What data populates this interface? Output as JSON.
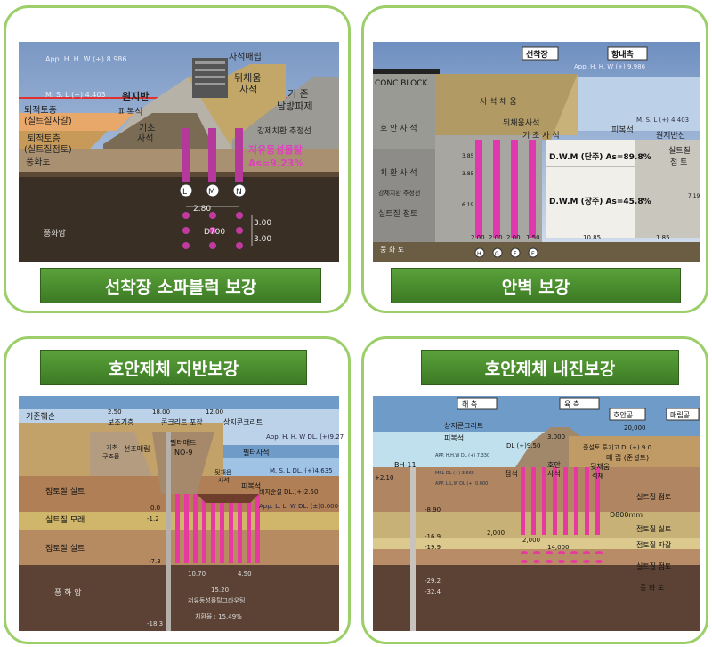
{
  "panels": [
    {
      "title": "선착장 소파블럭 보강",
      "labels": {
        "hhw": "App. H. H. W (+) 8.986",
        "msl": "M. S. L (+) 4.403",
        "wonjiban": "원지반",
        "pibokseok": "피복석",
        "toejeok1": "퇴적토층",
        "toejeok1b": "(실트질자갈)",
        "toejeok2": "퇴적토층",
        "toejeok2b": "(실트질점토)",
        "gicho1": "기초",
        "gicho2": "사석",
        "saseok1": "사석매립",
        "dwichae1": "뒤채움",
        "dwichae2": "사석",
        "gijon1": "기 존",
        "gijon2": "남방파제",
        "gangje": "강제치환 추정선",
        "punghwa": "풍화토",
        "punghwaam": "풍화암",
        "jeoyu": "저유동성몰탈",
        "as": "As=9.23%",
        "pile_l": "L",
        "pile_m": "M",
        "pile_n": "N",
        "dim1": "2.80",
        "dim2": "3.00",
        "dim3": "3.00",
        "dia": "D700"
      }
    },
    {
      "title": "안벽 보강",
      "labels": {
        "seonchak": "선착장",
        "hangnae": "항내측",
        "conc": "CONC BLOCK",
        "saseokchae": "사 석 채 움",
        "dwichaeum": "뒤채움사석",
        "gicho": "기 초 사 석",
        "pibok": "피복석",
        "wonji": "원지반선",
        "hoan": "호 안 사 석",
        "chihwan": "치 환 사 석",
        "gangje": "강제치환 추정선",
        "silt": "실트질 점토",
        "silt_r1": "실트질",
        "silt_r2": "점 토",
        "punghwa": "풍 화 토",
        "dwm1": "D.W.M (단주) As=89.8%",
        "dwm2": "D.W.M (장주) As=45.8%",
        "hhw": "App. H. H. W (+) 9.986",
        "msl": "M. S. L (+) 4.403",
        "d1": "2.00",
        "d2": "2.00",
        "d3": "2.00",
        "d4": "1.50",
        "d5": "10.85",
        "d6": "1.85",
        "v1": "3.85",
        "v2": "3.85",
        "v3": "6.19",
        "v4": "7.19",
        "h": "H",
        "g": "G",
        "f": "F",
        "e": "E"
      }
    },
    {
      "title": "호안제체 지반보강",
      "labels": {
        "gijon": "기존훼손",
        "jaebo": "보조기층",
        "conc": "콘크리트 포장",
        "sangji": "상지콘크리트",
        "gicho": "기초",
        "gujo": "구조물",
        "seonjo": "선조매립",
        "filter": "필터매트",
        "no9": "NO-9",
        "dwichae1": "뒷채움",
        "dwichae2": "사석",
        "filter_s": "필터사석",
        "pibok": "피복석",
        "hhw": "App. H. H. W DL. (+)9.27",
        "msl": "M. S. L DL. (+)4.635",
        "gicho_d": "비치준설 DL.(+)2.50",
        "llw": "App. L. L. W DL. (±)0.000",
        "jeomto": "점토질 실트",
        "sandsilt": "실트질 모래",
        "jeomto2": "점토질 실트",
        "punghwa": "풍 화 암",
        "v0": "0.0",
        "v12": "-1.2",
        "v7": "-7.3",
        "v18": "-18.3",
        "h250": "2.50",
        "h1800": "18.00",
        "h1200": "12.00",
        "d1": "10.70",
        "d2": "4.50",
        "d3": "15.20",
        "d4": "저유동성몰탈그라우팅",
        "d5": "치환율 : 15.49%"
      }
    },
    {
      "title": "호안제체 내진보강",
      "labels": {
        "haecheuk": "해 측",
        "yukcheuk": "육 측",
        "hoangong": "호안공",
        "maerip": "매립공",
        "sangji": "상지콘크리트",
        "pibok": "피복석",
        "dl950": "DL (+)9.50",
        "d3000": "3.000",
        "d20000": "20,000",
        "jupsu": "준설토 투기고 DL(+) 9.0",
        "maetip": "매 립 (준설토)",
        "hhw": "APP. H.H.W DL (+) 7.330",
        "msl": "MSL DL (+) 3.665",
        "llw": "APP. L.L.W DL (+) 0.000",
        "bh": "BH-11",
        "bh2": "+2.10",
        "jeom": "점석",
        "hoan": "호안",
        "saseok": "사석",
        "dwichae": "뒷채움",
        "seokjae": "석재",
        "silt1": "실트질 점토",
        "d800": "D800mm",
        "jeomto": "점토질 실트",
        "jagal": "점토질 자갈",
        "silt2": "실트질 점토",
        "punghwa": "풍 화 토",
        "e890": "-8.90",
        "e169": "-16.9",
        "e199": "-19.9",
        "e292": "-29.2",
        "e324": "-32.4",
        "d14000": "14,000",
        "d2000": "2,000",
        "d2000b": "2,000"
      }
    }
  ]
}
